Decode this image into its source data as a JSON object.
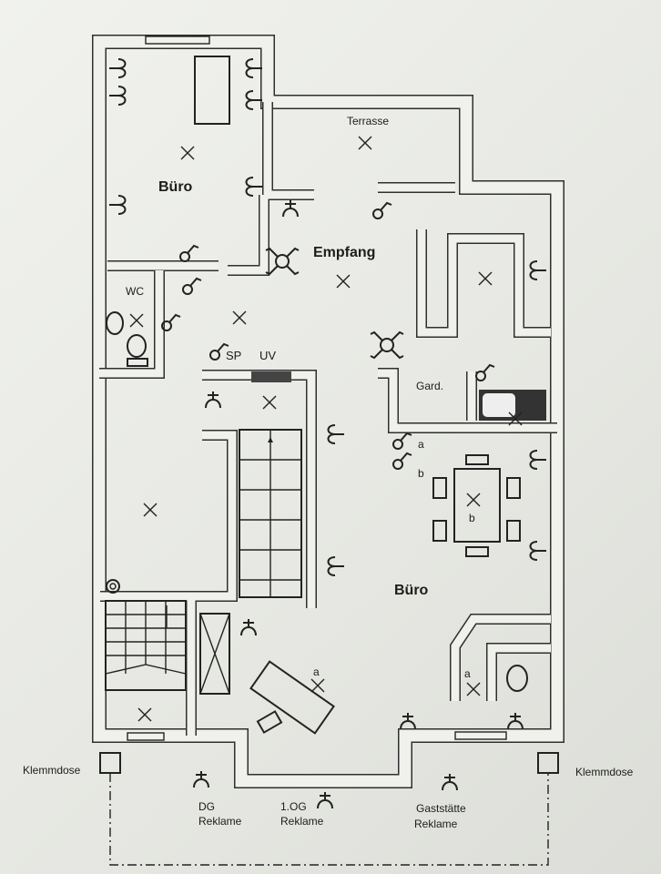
{
  "rooms": {
    "office_top_left": "Büro",
    "terrace": "Terrasse",
    "reception": "Empfang",
    "wc": "WC",
    "sp": "SP",
    "uv": "UV",
    "wardrobe": "Gard.",
    "office_right": "Büro"
  },
  "switch_marks": {
    "a1": "a",
    "b1": "b",
    "b_table": "b",
    "a_desk1": "a",
    "a_desk2": "a"
  },
  "outside": {
    "junction_left": "Klemmdose",
    "junction_right": "Klemmdose",
    "sign_dg_1": "DG",
    "sign_dg_2": "Reklame",
    "sign_og_1": "1.OG",
    "sign_og_2": "Reklame",
    "sign_gast_1": "Gaststätte",
    "sign_gast_2": "Reklame"
  }
}
